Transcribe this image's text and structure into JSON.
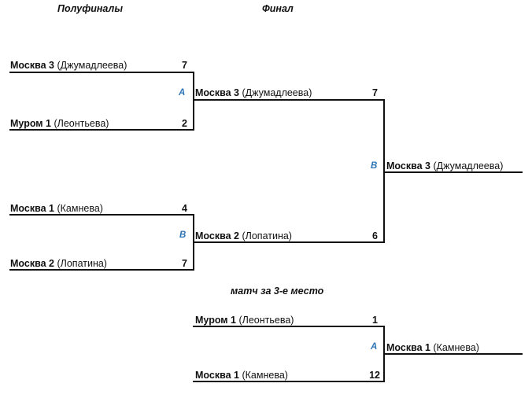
{
  "headers": {
    "semifinals": "Полуфиналы",
    "final": "Финал",
    "third_place": "матч за 3-е место"
  },
  "semifinal_1": {
    "team1": {
      "club": "Москва 3",
      "player": "(Джумадлеева)",
      "score": "7"
    },
    "team2": {
      "club": "Муром 1",
      "player": "(Леонтьева)",
      "score": "2"
    },
    "marker": "A"
  },
  "semifinal_2": {
    "team1": {
      "club": "Москва 1",
      "player": "(Камнева)",
      "score": "4"
    },
    "team2": {
      "club": "Москва 2",
      "player": "(Лопатина)",
      "score": "7"
    },
    "marker": "B"
  },
  "final": {
    "team1": {
      "club": "Москва 3",
      "player": "(Джумадлеева)",
      "score": "7"
    },
    "team2": {
      "club": "Москва 2",
      "player": "(Лопатина)",
      "score": "6"
    },
    "marker": "B",
    "winner": {
      "club": "Москва 3",
      "player": "(Джумадлеева)"
    }
  },
  "third_place": {
    "team1": {
      "club": "Муром 1",
      "player": "(Леонтьева)",
      "score": "1"
    },
    "team2": {
      "club": "Москва 1",
      "player": "(Камнева)",
      "score": "12"
    },
    "marker": "A",
    "winner": {
      "club": "Москва 1",
      "player": "(Камнева)"
    }
  },
  "colors": {
    "line": "#111111",
    "marker": "#2e75b6"
  }
}
